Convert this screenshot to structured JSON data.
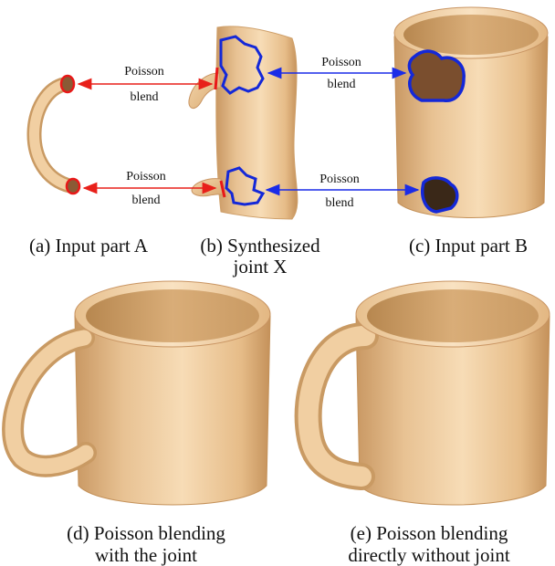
{
  "arrows": {
    "red_top_l1": "Poisson",
    "red_top_l2": "blend",
    "red_bot_l1": "Poisson",
    "red_bot_l2": "blend",
    "blue_top_l1": "Poisson",
    "blue_top_l2": "blend",
    "blue_bot_l1": "Poisson",
    "blue_bot_l2": "blend"
  },
  "captions": {
    "a": "(a) Input part A",
    "b_line1": "(b) Synthesized",
    "b_line2": "joint X",
    "c": "(c) Input part B",
    "d_line1": "(d) Poisson blending",
    "d_line2": "with the joint",
    "e_line1": "(e) Poisson blending",
    "e_line2": "directly without joint"
  },
  "colors": {
    "wood_light": "#f6d8b0",
    "wood_mid": "#e8bf8c",
    "wood_dark": "#c99863",
    "red_arrow": "#e8201a",
    "blue_arrow": "#1a2be8",
    "outline_blue": "#1428d8",
    "outline_red": "#e81818"
  }
}
